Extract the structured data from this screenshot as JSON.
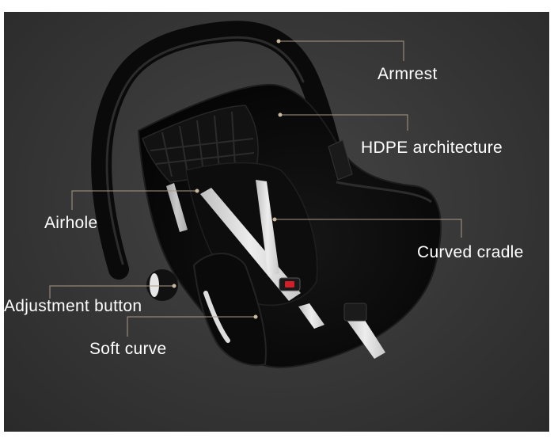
{
  "labels": {
    "armrest": "Armrest",
    "hdpe": "HDPE architecture",
    "airhole": "Airhole",
    "curved_cradle": "Curved cradle",
    "adjustment_button": "Adjustment button",
    "soft_curve": "Soft curve"
  },
  "colors": {
    "background": "#363636",
    "shell": "#0b0b0b",
    "strap": "#dcdcdc",
    "leader_line": "#a89a86",
    "text": "#ffffff",
    "buckle_red": "#d41f2a"
  }
}
